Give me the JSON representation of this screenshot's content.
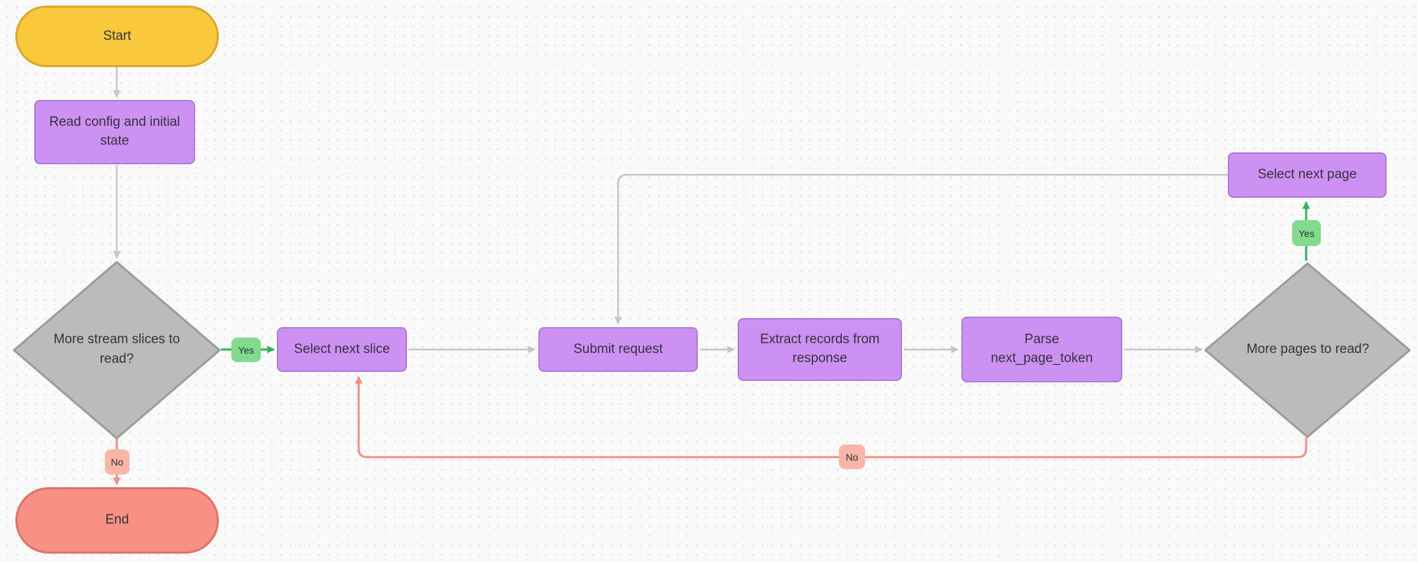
{
  "theme": {
    "canvas_bg": "#FAFAFA",
    "dot_color": "#E1E1E1",
    "terminator_start_fill": "#F9C83D",
    "terminator_start_border": "#DCA628",
    "terminator_end_fill": "#F99086",
    "terminator_end_border": "#DF7268",
    "process_fill": "#CD90F3",
    "process_border": "#AD7AD8",
    "decision_fill": "#BCBBBB",
    "decision_border": "#9C9B9B",
    "edge_gray": "#C6C5C5",
    "edge_green": "#31B457",
    "edge_salmon": "#F58E82",
    "label_yes_fill": "#82DB8C",
    "label_no_fill": "#FBB5A6",
    "text_color": "#33323D"
  },
  "nodes": {
    "start": {
      "label": "Start"
    },
    "read_config": {
      "label": "Read config and initial state"
    },
    "more_slices": {
      "label": "More stream slices to read?"
    },
    "select_slice": {
      "label": "Select next slice"
    },
    "submit_request": {
      "label": "Submit request"
    },
    "extract_records": {
      "label": "Extract records from response"
    },
    "parse_token": {
      "label": "Parse\nnext_page_token"
    },
    "more_pages": {
      "label": "More pages to read?"
    },
    "select_page": {
      "label": "Select next page"
    },
    "end": {
      "label": "End"
    }
  },
  "edge_labels": {
    "slices_yes": "Yes",
    "slices_no": "No",
    "pages_yes": "Yes",
    "pages_no": "No"
  }
}
